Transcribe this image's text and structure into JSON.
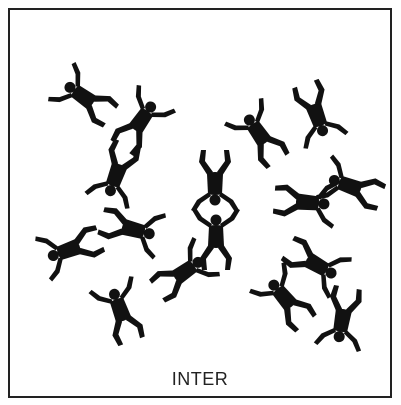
{
  "caption": "INTER",
  "colors": {
    "figure": "#111111",
    "frame": "#222222",
    "background": "#ffffff"
  },
  "formation": {
    "groups": [
      {
        "name": "upper-left-pod",
        "jumpers": 3
      },
      {
        "name": "left-pair",
        "jumpers": 2
      },
      {
        "name": "lower-left-chain",
        "jumpers": 2
      },
      {
        "name": "center-pair",
        "jumpers": 2
      },
      {
        "name": "upper-right-chain",
        "jumpers": 2
      },
      {
        "name": "right-pair",
        "jumpers": 2
      },
      {
        "name": "lower-right-pod",
        "jumpers": 3
      }
    ]
  }
}
